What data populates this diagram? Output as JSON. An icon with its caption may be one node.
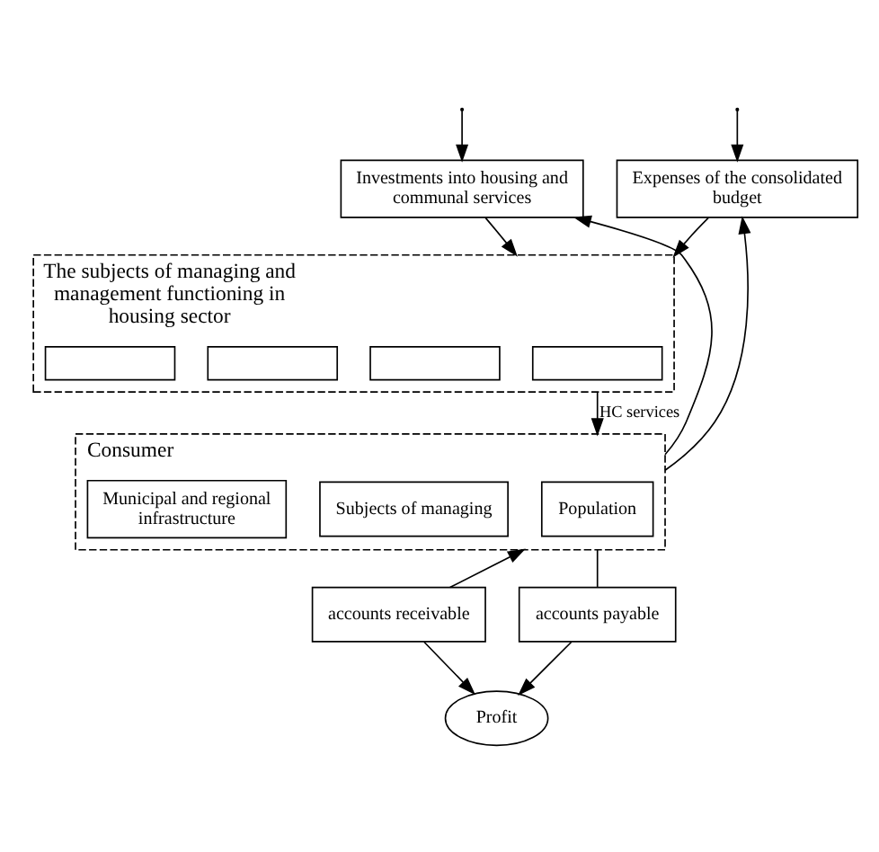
{
  "diagram": {
    "nodes": [
      {
        "text": [
          "Expenses of the consolidated budget"
        ]
      },
      {
        "text": [
          "Investments into housing and communal services"
        ]
      },
      {
        "text": [
          "The subjects of managing and management functioning in housing sector"
        ]
      },
      {
        "text": [],
        "shape": "box",
        "in": 2
      },
      {
        "text": [],
        "shape": "box",
        "in": 2
      },
      {
        "text": [],
        "shape": "box",
        "in": 2
      },
      {
        "text": [],
        "shape": "box",
        "in": 2
      },
      {
        "text": [
          "Consumer"
        ]
      },
      {
        "text": [
          "Population"
        ],
        "in": 7
      },
      {
        "text": [
          "Subjects of managing"
        ],
        "in": 7
      },
      {
        "text": [
          "Municipal and regional infrastructure"
        ],
        "in": 7
      },
      {
        "text": [
          "accounts receivable"
        ]
      },
      {
        "text": [
          "accounts payable"
        ]
      },
      {
        "text": [
          "Profit"
        ]
      }
    ],
    "edges": [
      {
        "from": 0,
        "to": 2,
        "arrow": "to"
      },
      {
        "from": 1,
        "to": 2,
        "arrow": "to"
      },
      {
        "from": 2,
        "to": 7,
        "arrow": "to",
        "label": "HC services"
      },
      {
        "from": 7,
        "to": 0,
        "arrow": "to"
      },
      {
        "from": null,
        "to": 0,
        "arrow": "to"
      },
      {
        "from": 7,
        "to": 1,
        "arrow": "to"
      },
      {
        "from": null,
        "to": 1,
        "arrow": "to"
      },
      {
        "from": 11,
        "to": 7,
        "arrow": "to"
      },
      {
        "from": 7,
        "to": 12,
        "arrow": "none"
      },
      {
        "from": 11,
        "to": 13,
        "arrow": "to"
      },
      {
        "from": 12,
        "to": 13,
        "arrow": "to"
      }
    ]
  }
}
